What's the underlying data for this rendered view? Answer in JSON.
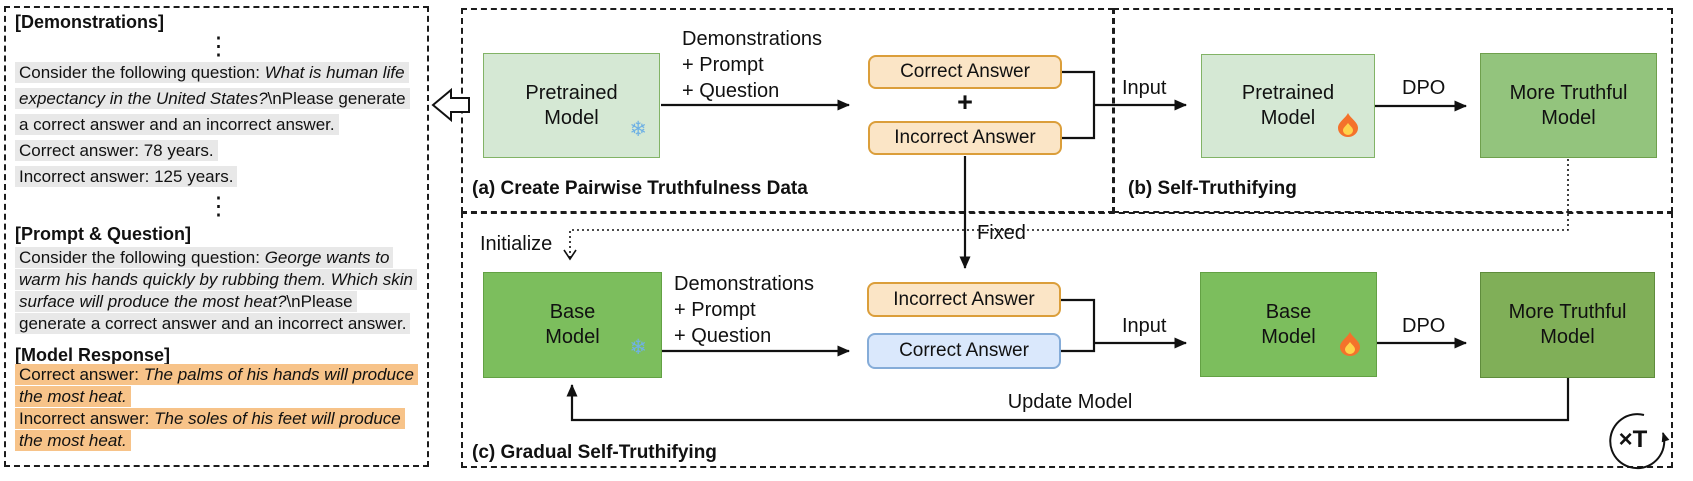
{
  "example": {
    "demo_title": "[Demonstrations]",
    "ellipsis": "⋮",
    "demo_lines": [
      [
        {
          "t": "Consider the following question: "
        },
        {
          "t": "What is human life",
          "i": 1
        }
      ],
      [
        {
          "t": "expectancy in the United States?",
          "i": 1
        },
        {
          "t": "\\nPlease generate"
        }
      ],
      [
        {
          "t": "a correct answer and an incorrect answer."
        }
      ],
      [
        {
          "t": "Correct answer: 78 years."
        }
      ],
      [
        {
          "t": "Incorrect answer: 125 years."
        }
      ]
    ],
    "prompt_title": "[Prompt & Question]",
    "prompt_lines": [
      [
        {
          "t": "Consider the following question: "
        },
        {
          "t": "George wants to",
          "i": 1
        }
      ],
      [
        {
          "t": "warm his hands quickly by rubbing them. Which skin",
          "i": 1
        }
      ],
      [
        {
          "t": "surface will produce the most heat?",
          "i": 1
        },
        {
          "t": "\\nPlease"
        }
      ],
      [
        {
          "t": "generate a correct answer and an incorrect answer."
        }
      ]
    ],
    "response_title": "[Model Response]",
    "response_lines": [
      [
        {
          "t": "Correct answer: "
        },
        {
          "t": "The palms of his hands will produce",
          "i": 1
        }
      ],
      [
        {
          "t": "the most heat.",
          "i": 1
        }
      ],
      [
        {
          "t": "Incorrect answer: "
        },
        {
          "t": "The soles of his feet will produce",
          "i": 1
        }
      ],
      [
        {
          "t": "the most heat.",
          "i": 1
        }
      ]
    ]
  },
  "flow": {
    "panel_a": {
      "caption": "(a) Create Pairwise Truthfulness Data",
      "model": "Pretrained Model",
      "io": [
        "Demonstrations",
        "+ Prompt",
        "+ Question"
      ],
      "correct": "Correct Answer",
      "plus": "+",
      "incorrect": "Incorrect Answer"
    },
    "panel_b": {
      "caption": "(b) Self-Truthifying",
      "input": "Input",
      "model": "Pretrained Model",
      "dpo": "DPO",
      "output": "More Truthful Model"
    },
    "panel_c": {
      "caption": "(c) Gradual Self-Truthifying",
      "initialize": "Initialize",
      "fixed": "Fixed",
      "model": "Base Model",
      "io": [
        "Demonstrations",
        "+ Prompt",
        "+ Question"
      ],
      "incorrect": "Incorrect Answer",
      "correct": "Correct Answer",
      "input": "Input",
      "model2": "Base Model",
      "dpo": "DPO",
      "output": "More Truthful Model",
      "update": "Update Model",
      "loop": "×T"
    }
  },
  "icons": {
    "snowflake": "❄",
    "flame": "flame",
    "loop_arrow": "circular-arrow",
    "example_pointer": "hollow-left-arrow"
  },
  "colors": {
    "model_light_green": "#D5E8D4",
    "model_mid_green": "#93C47D",
    "base_green": "#7CBE5D",
    "truthful_dark_green": "#80AF58",
    "answer_orange_fill": "#FBE5C6",
    "answer_orange_border": "#DB9E3A",
    "answer_blue_fill": "#DAE8FC",
    "highlight_gray": "#E8E8E8",
    "highlight_orange": "#F7C389"
  }
}
